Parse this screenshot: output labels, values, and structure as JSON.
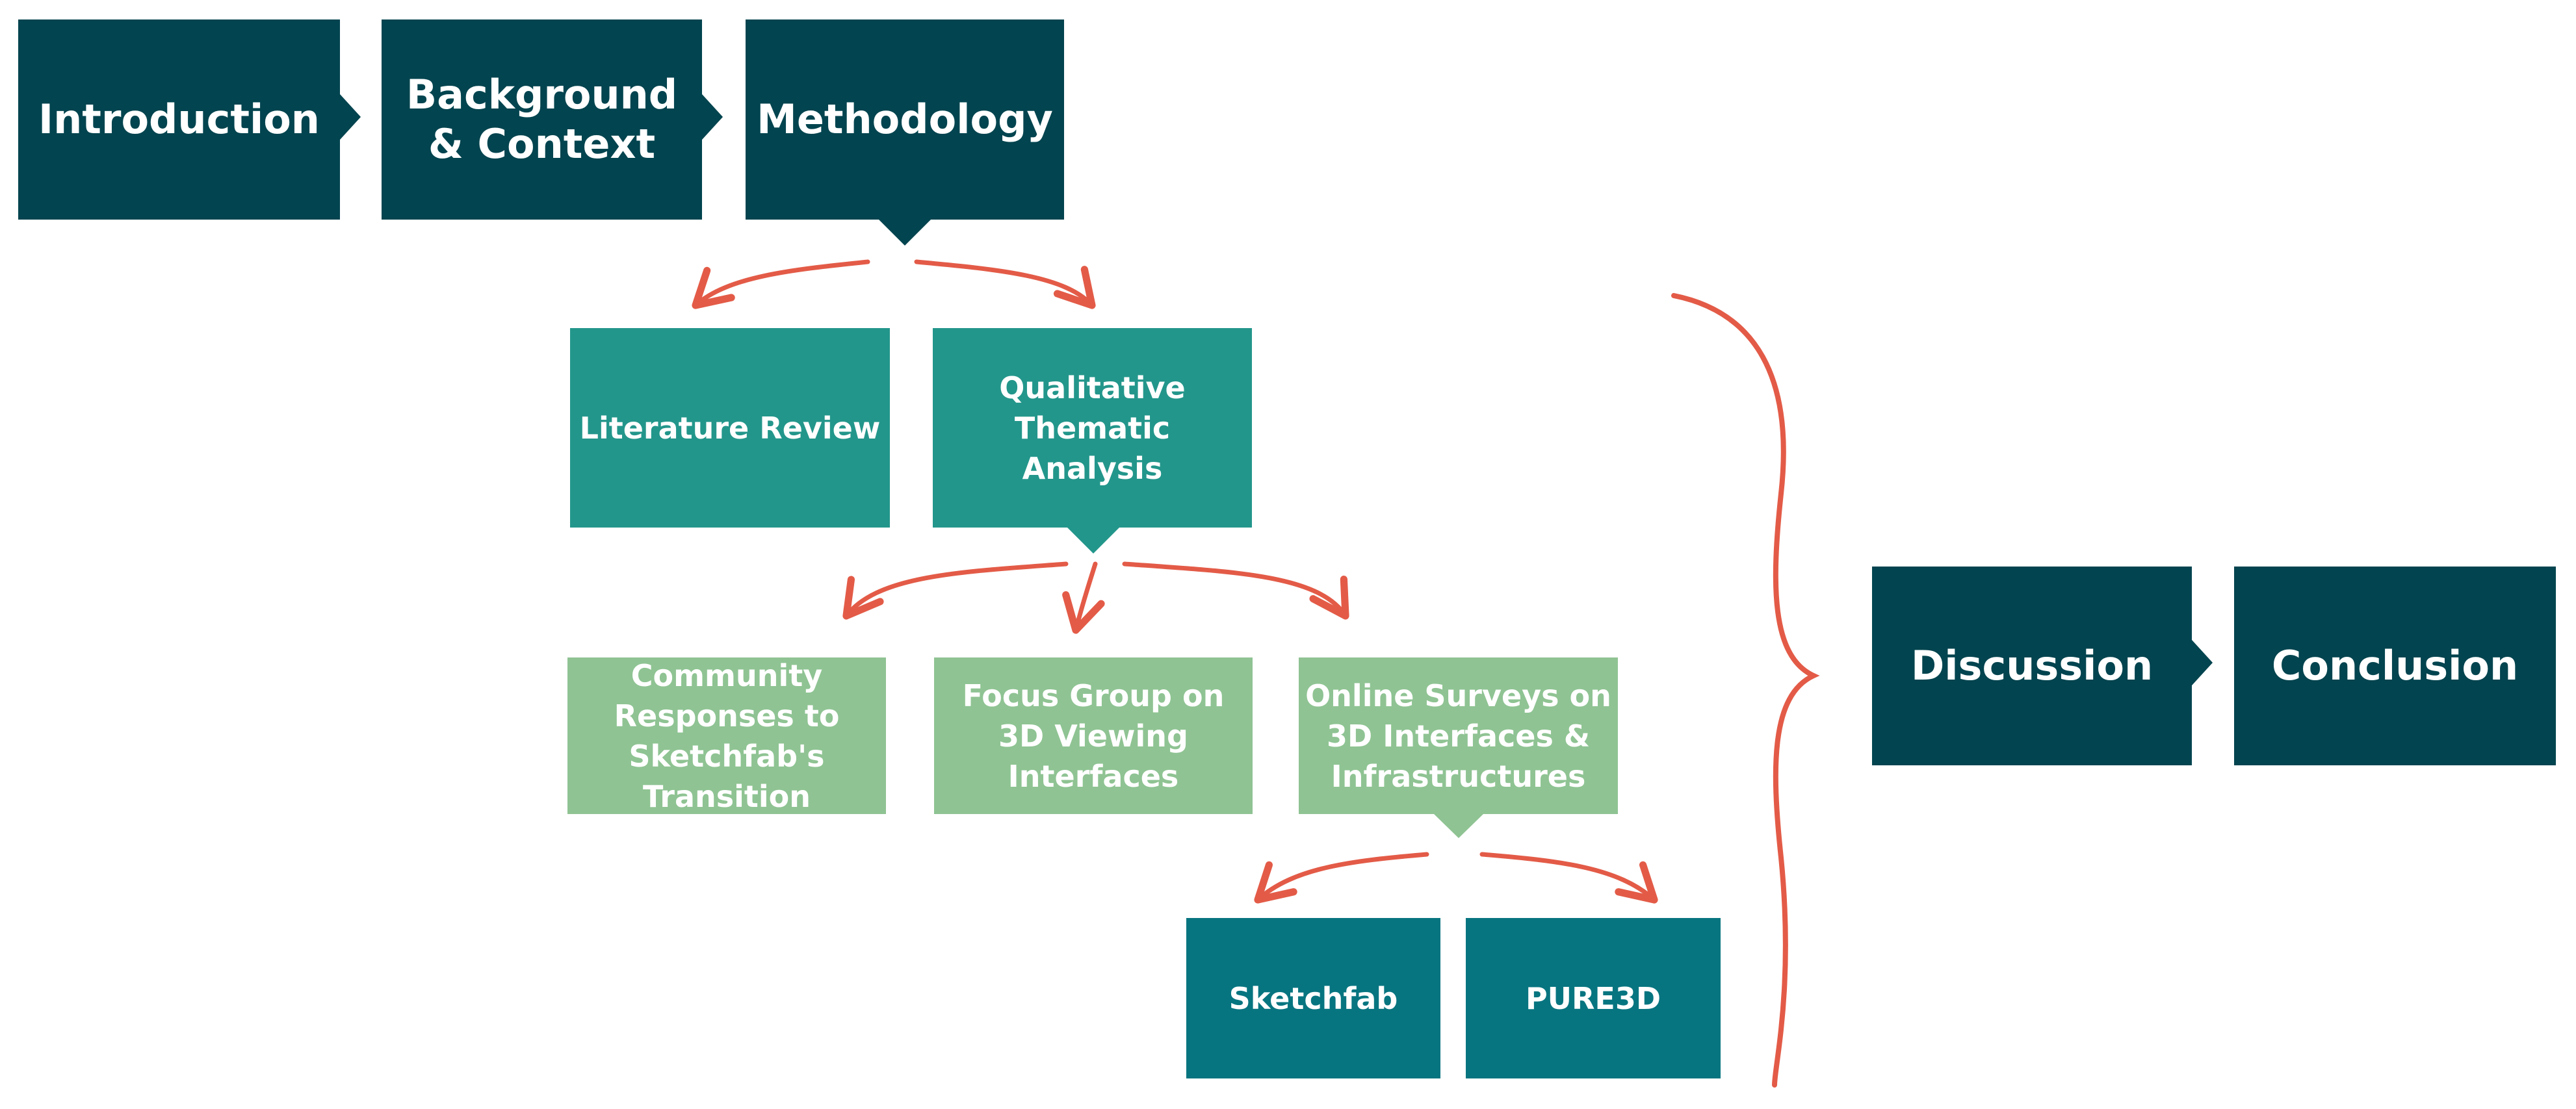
{
  "colors": {
    "main_stage": "#02444f",
    "method": "#23968b",
    "data_source": "#8fc393",
    "platform": "#077580",
    "connector": "#e35b47",
    "background": "#ffffff"
  },
  "stages": {
    "introduction": "Introduction",
    "background_context": "Background & Context",
    "methodology": "Methodology",
    "discussion": "Discussion",
    "conclusion": "Conclusion"
  },
  "methods": {
    "literature_review": "Literature Review",
    "qualitative_analysis": "Qualitative Thematic Analysis"
  },
  "data_sources": {
    "community_responses": "Community Responses to Sketchfab's Transition",
    "focus_group": "Focus Group on 3D Viewing Interfaces",
    "online_surveys": "Online Surveys on 3D Interfaces & Infrastructures"
  },
  "platforms": {
    "sketchfab": "Sketchfab",
    "pure3d": "PURE3D"
  }
}
